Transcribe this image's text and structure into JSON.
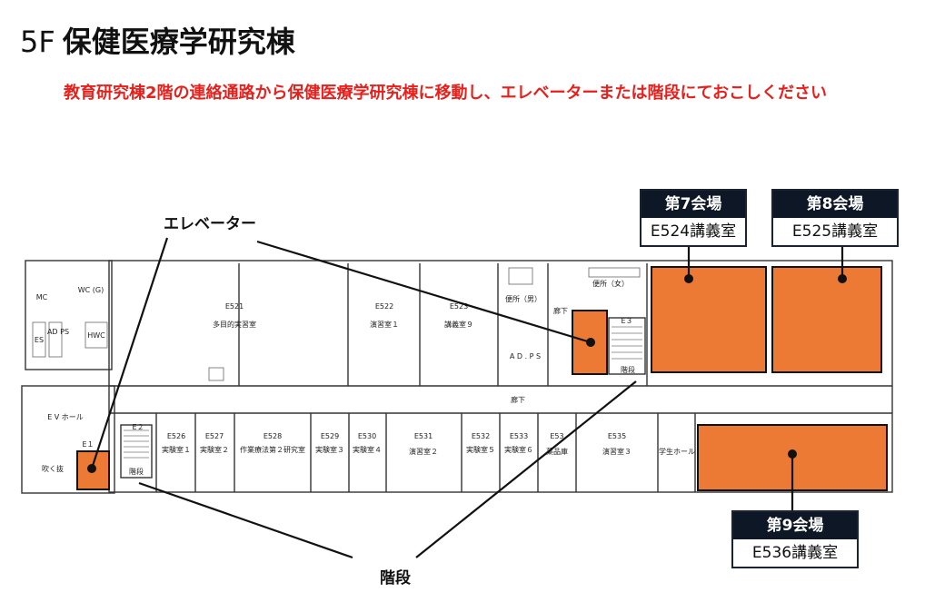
{
  "header": {
    "floor": "5F",
    "building": "保健医療学研究棟",
    "note": "教育研究棟2階の連絡通路から保健医療学研究棟に移動し、エレベーターまたは階段にておこしください"
  },
  "callouts": {
    "elevator": "エレベーター",
    "stairs": "階段"
  },
  "venues": [
    {
      "name": "第7会場",
      "room": "E524講義室"
    },
    {
      "name": "第8会場",
      "room": "E525講義室"
    },
    {
      "name": "第9会場",
      "room": "E536講義室"
    }
  ],
  "plan_labels": {
    "e521": "E521",
    "e521_name": "多目的実習室",
    "e522": "E522",
    "e522_name": "演習室１",
    "e523": "E523",
    "e523_name": "講義室９",
    "toilet_m": "便所（男）",
    "toilet_f": "便所（女）",
    "adps": "A D .  P S",
    "corridor_top": "廊下",
    "corridor_mid": "廊下",
    "e3": "E３",
    "stair_right": "階段",
    "stair_left": "階段",
    "wc_g": "WC (G)",
    "es": "ES",
    "ad_ps": "AD PS",
    "hwc": "HWC",
    "mc": "MC",
    "ev_hall": "E V ホール",
    "e1": "E１",
    "e2": "E２",
    "fukinuke": "吹く抜",
    "e526": "E526",
    "e526_name": "実験室１",
    "e527": "E527",
    "e527_name": "実験室２",
    "e528": "E528",
    "e528_name": "作業療法第２研究室",
    "e529": "E529",
    "e529_name": "実験室３",
    "e530": "E530",
    "e530_name": "実験室４",
    "e531": "E531",
    "e531_name": "演習室２",
    "e532": "E532",
    "e532_name": "実験室５",
    "e533": "E533",
    "e533_name": "実験室６",
    "e534": "E53",
    "e534_name": "薬品庫",
    "e535": "E535",
    "e535_name": "演習室３",
    "student_hall": "学生ホール"
  },
  "colors": {
    "note_red": "#e8201c",
    "room_fill": "#ec7a35",
    "badge_header": "#0d1726",
    "wall": "#333333",
    "grid": "#bbbbbb"
  }
}
